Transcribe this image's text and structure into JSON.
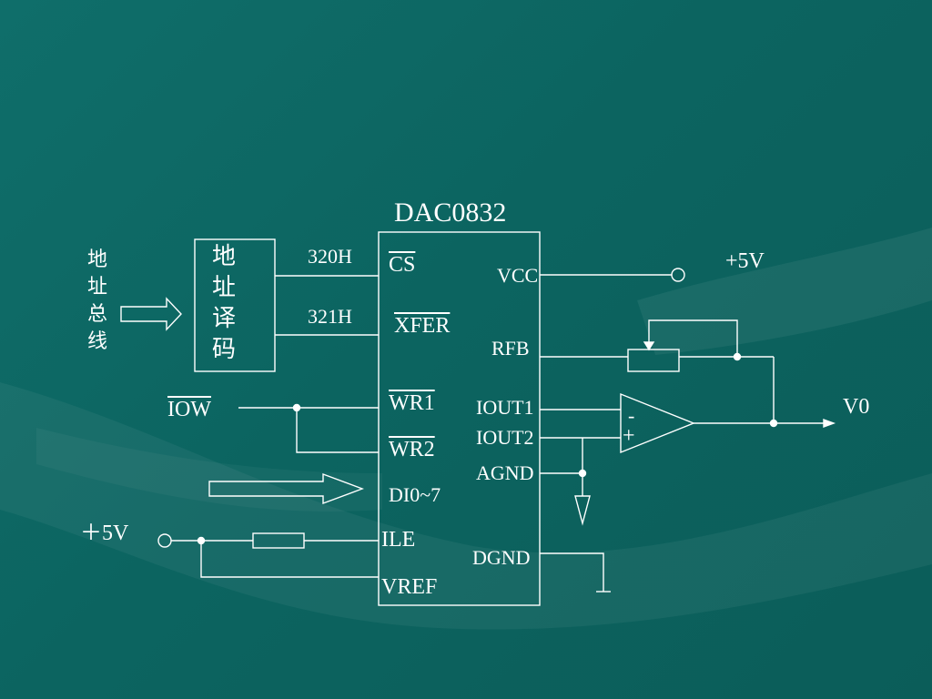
{
  "chip": {
    "name": "DAC0832",
    "left_pins": [
      "CS",
      "XFER",
      "WR1",
      "WR2",
      "DI0~7",
      "ILE",
      "VREF"
    ],
    "right_pins": [
      "VCC",
      "RFB",
      "IOUT1",
      "IOUT2",
      "AGND",
      "DGND"
    ]
  },
  "address_bus_label": [
    "地",
    "址",
    "总",
    "线"
  ],
  "decoder_label": [
    "地",
    "址",
    "译",
    "码"
  ],
  "decoder_outputs": [
    "320H",
    "321H"
  ],
  "iow_label": "IOW",
  "vcc_supply_label": "+5V",
  "ile_supply_label": "＋5V",
  "output_label": "V0",
  "opamp_inputs": [
    "-",
    "+"
  ],
  "colors": {
    "background": "#0c6460",
    "line": "#ffffff"
  }
}
